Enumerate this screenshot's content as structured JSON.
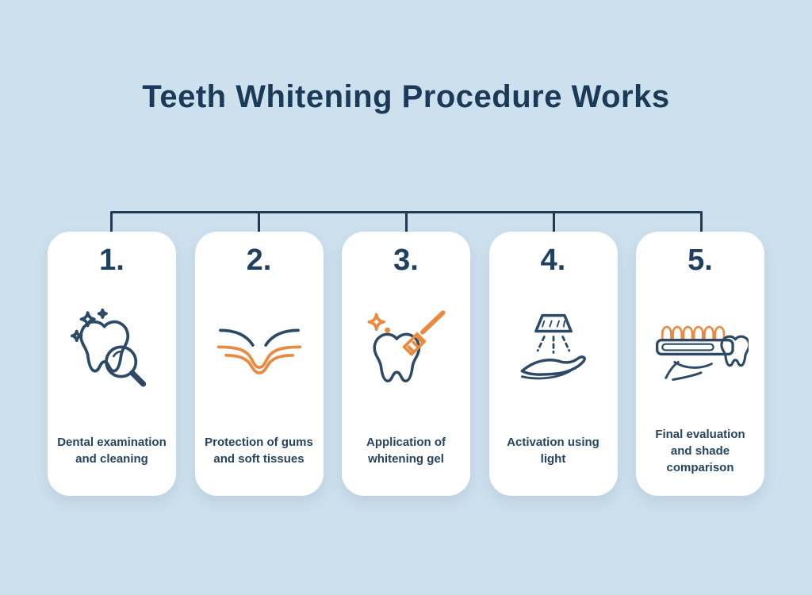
{
  "page": {
    "title": "Teeth Whitening Procedure Works",
    "background_color": "#cde0ee"
  },
  "colors": {
    "navy": "#1e3a56",
    "icon_navy": "#2c4a66",
    "orange": "#e98a41",
    "card": "#ffffff",
    "title_text": "#1b3a58"
  },
  "steps": [
    {
      "number": "1.",
      "icon": "tooth-magnifier-icon",
      "label": "Dental examination and cleaning"
    },
    {
      "number": "2.",
      "icon": "gum-protection-icon",
      "label": "Protection of gums and soft tissues"
    },
    {
      "number": "3.",
      "icon": "toothbrush-gel-icon",
      "label": "Application of whitening gel"
    },
    {
      "number": "4.",
      "icon": "light-activation-icon",
      "label": "Activation using light"
    },
    {
      "number": "5.",
      "icon": "shade-guide-icon",
      "label": "Final evaluation and shade comparison"
    }
  ]
}
